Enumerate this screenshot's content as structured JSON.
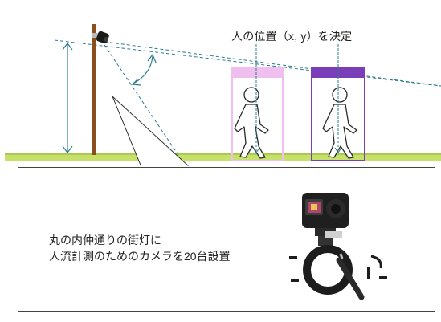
{
  "diagram": {
    "top_label": "人の位置（x, y）を決定",
    "callout_lines": [
      "丸の内仲通りの街灯に",
      "人流計測のためのカメラを20台設置"
    ]
  },
  "colors": {
    "ground": "#c6e06a",
    "pole": "#8a4f1c",
    "guide_line": "#2c7c8c",
    "person_box_1": "#f0bff0",
    "person_box_2": "#7a3fb8"
  },
  "icons": [
    "street-lamp-pole-icon",
    "camera-icon",
    "walking-person-icon",
    "action-camera-mount-photo"
  ]
}
